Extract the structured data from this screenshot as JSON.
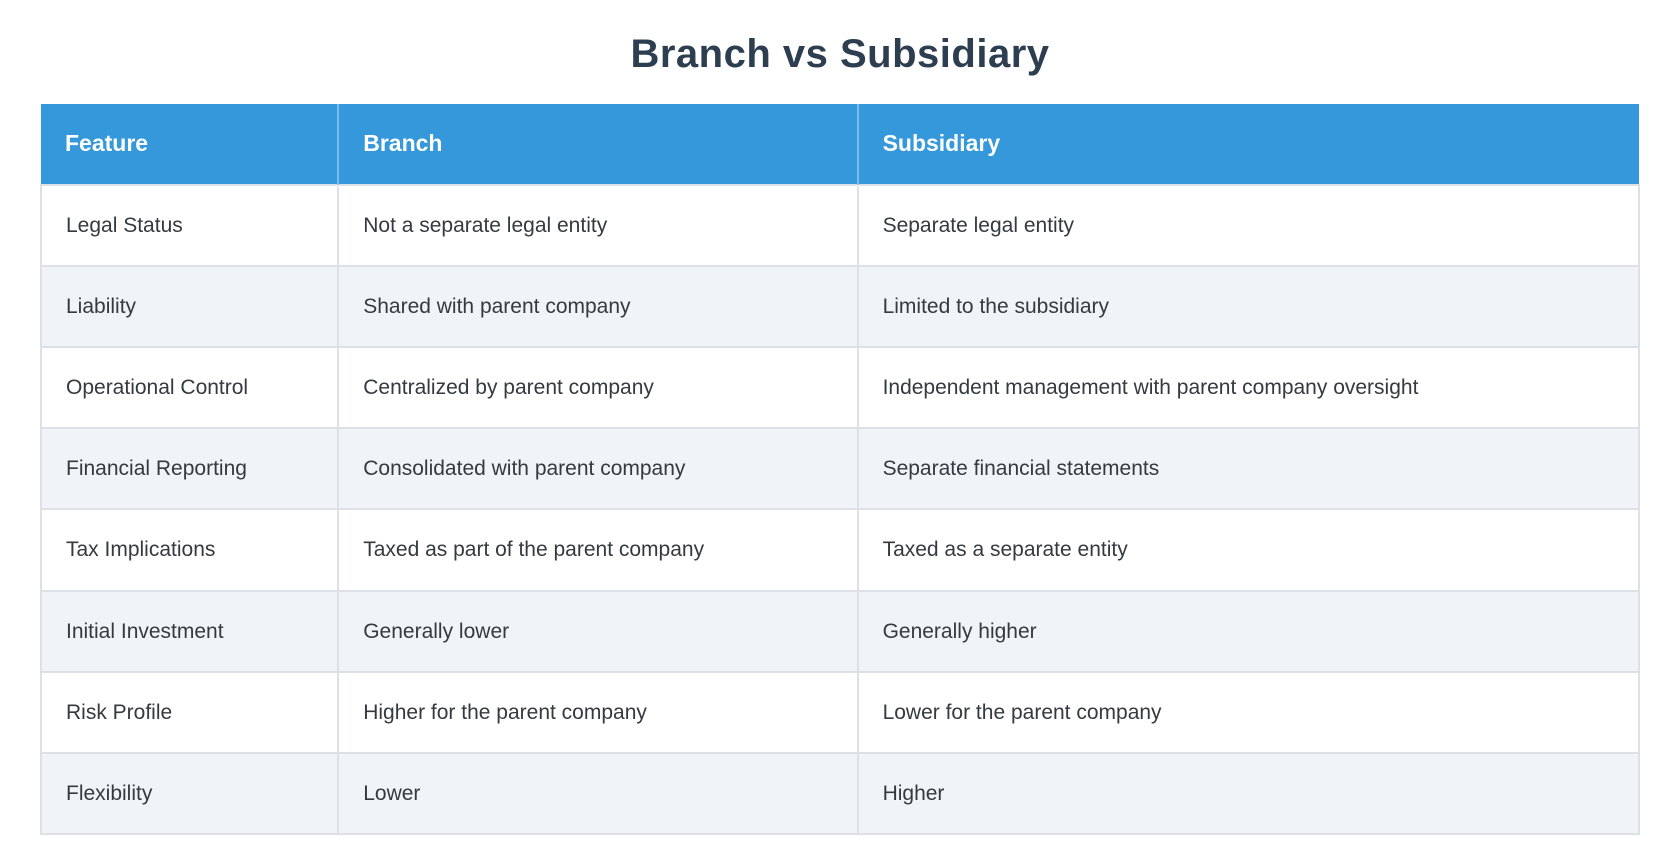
{
  "chart_data": {
    "type": "table",
    "title": "Branch vs Subsidiary",
    "columns": [
      "Feature",
      "Branch",
      "Subsidiary"
    ],
    "rows": [
      [
        "Legal Status",
        "Not a separate legal entity",
        "Separate legal entity"
      ],
      [
        "Liability",
        "Shared with parent company",
        "Limited to the subsidiary"
      ],
      [
        "Operational Control",
        "Centralized by parent company",
        "Independent management with parent company oversight"
      ],
      [
        "Financial Reporting",
        "Consolidated with parent company",
        "Separate financial statements"
      ],
      [
        "Tax Implications",
        "Taxed as part of the parent company",
        "Taxed as a separate entity"
      ],
      [
        "Initial Investment",
        "Generally lower",
        "Generally higher"
      ],
      [
        "Risk Profile",
        "Higher for the parent company",
        "Lower for the parent company"
      ],
      [
        "Flexibility",
        "Lower",
        "Higher"
      ]
    ],
    "layout": {
      "legend": "none",
      "header_position": "top",
      "row_striping": "even-rows-shaded"
    }
  },
  "colors": {
    "header_bg": "#3498db",
    "header_text": "#ffffff",
    "title_text": "#2c3e50",
    "row_bg": "#ffffff",
    "row_alt_bg": "#f0f4f8",
    "cell_text": "#343a40",
    "border": "#dde0e4"
  }
}
